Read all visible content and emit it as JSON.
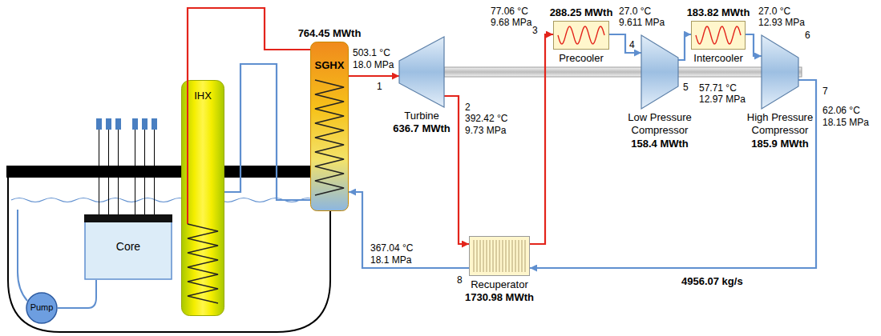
{
  "diagram": {
    "nodes": [
      {
        "text": [
          "Core"
        ]
      },
      {
        "text": [
          "Pump"
        ]
      },
      {
        "text": [
          "IHX"
        ]
      },
      {
        "text": [
          "764.45 MWth",
          "SGHX"
        ]
      },
      {
        "text": [
          "Turbine",
          "636.7 MWth"
        ]
      },
      {
        "text": [
          "288.25 MWth",
          "Precooler"
        ]
      },
      {
        "text": [
          "Low Pressure Compressor",
          "158.4 MWth"
        ]
      },
      {
        "text": [
          "183.82 MWth",
          "Intercooler"
        ]
      },
      {
        "text": [
          "High Pressure Compressor",
          "185.9 MWth"
        ]
      },
      {
        "text": [
          "Recuperator",
          "1730.98 MWth"
        ]
      }
    ],
    "edges": [
      {
        "from": 2,
        "to": 3,
        "arrow": "none"
      },
      {
        "from": 3,
        "to": 2,
        "arrow": "none"
      },
      {
        "from": 3,
        "to": 4,
        "arrow": "to"
      },
      {
        "from": 4,
        "to": 9,
        "arrow": "to"
      },
      {
        "from": 9,
        "to": 5,
        "arrow": "to"
      },
      {
        "from": 5,
        "to": 6,
        "arrow": "to"
      },
      {
        "from": 6,
        "to": 7,
        "arrow": "to"
      },
      {
        "from": 7,
        "to": 8,
        "arrow": "to"
      },
      {
        "from": 8,
        "to": 9,
        "arrow": "to"
      },
      {
        "from": 9,
        "to": 3,
        "arrow": "to"
      }
    ],
    "labels": [
      "503.1 °C",
      "18.0 MPa",
      "1",
      "2",
      "392.42 °C",
      "9.73 MPa",
      "77.06 °C",
      "9.68 MPa",
      "3",
      "27.0 °C",
      "9.611 MPa",
      "4",
      "5",
      "57.71 °C",
      "12.97 MPa",
      "27.0 °C",
      "12.93 MPa",
      "6",
      "7",
      "62.06 °C",
      "18.15 MPa",
      "367.04 °C",
      "18.1 MPa",
      "8",
      "4956.07 kg/s"
    ]
  }
}
